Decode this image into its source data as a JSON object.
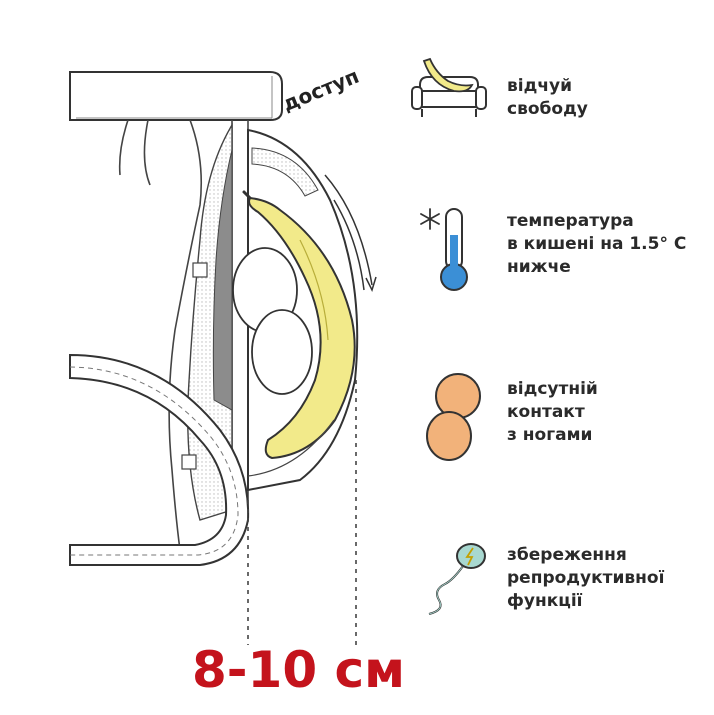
{
  "access_label": "доступ",
  "measure_label": "8-10 см",
  "features": [
    {
      "icon": "banana-sofa-icon",
      "lines": [
        "відчуй",
        "свободу"
      ]
    },
    {
      "icon": "thermometer-snowflake-icon",
      "lines": [
        "температура",
        "в кишені на 1.5° С",
        "нижче"
      ]
    },
    {
      "icon": "eggs-icon",
      "lines": [
        "відсутній",
        "контакт",
        "з ногами"
      ]
    },
    {
      "icon": "sperm-icon",
      "lines": [
        "збереження",
        "репродуктивної",
        "функції"
      ]
    }
  ],
  "colors": {
    "accent_red": "#c4131c",
    "banana": "#f2ea8a",
    "egg": "#f2b27a",
    "thermo_blue": "#3b8fd6"
  }
}
